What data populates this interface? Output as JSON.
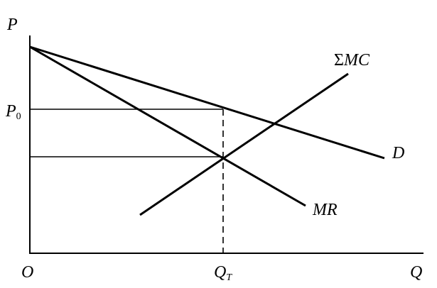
{
  "diagram": {
    "axes": {
      "y_label": "P",
      "x_label": "Q",
      "origin_label": "O"
    },
    "price_label": {
      "main": "P",
      "sub": "0"
    },
    "quantity_label": {
      "main": "Q",
      "sub": "T"
    },
    "curves": {
      "sigma_mc": {
        "symbol": "Σ",
        "text": "MC"
      },
      "demand": "D",
      "marginal_revenue": "MR"
    },
    "colors": {
      "ink": "#000000",
      "background": "#ffffff"
    }
  }
}
